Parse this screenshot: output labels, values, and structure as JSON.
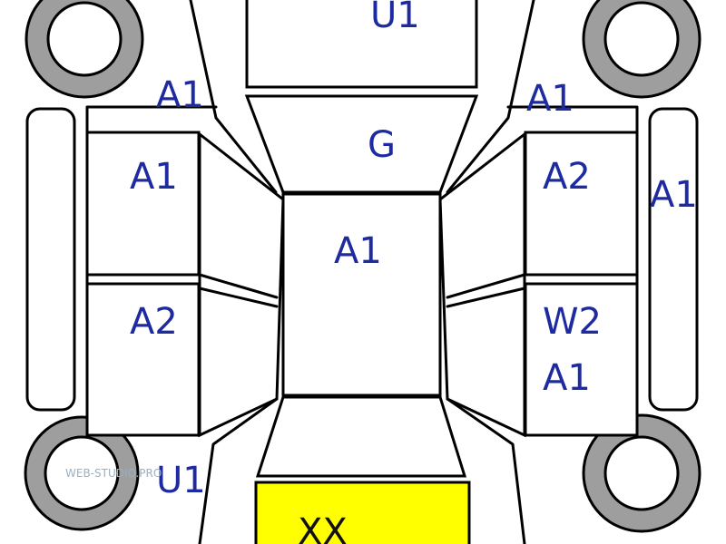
{
  "labels": {
    "front_bumper": "U1",
    "hood": "G",
    "roof": "A1",
    "front_left_fender": "A1",
    "front_right_fender": "A1",
    "left_front_door": "A1",
    "left_rear_door": "A2",
    "right_front_door": "A2",
    "right_rear_door_line1": "W2",
    "right_rear_door_line2": "A1",
    "right_side_sill": "A1",
    "rear_left_quarter": "U1",
    "trunk": "XX"
  },
  "watermark": "WEB-STUDIO.PRO",
  "colors": {
    "label": "#1e2aa0",
    "tire": "#9e9e9e",
    "trunk_highlight": "#ffff00",
    "outline": "#000000",
    "background": "#ffffff"
  }
}
